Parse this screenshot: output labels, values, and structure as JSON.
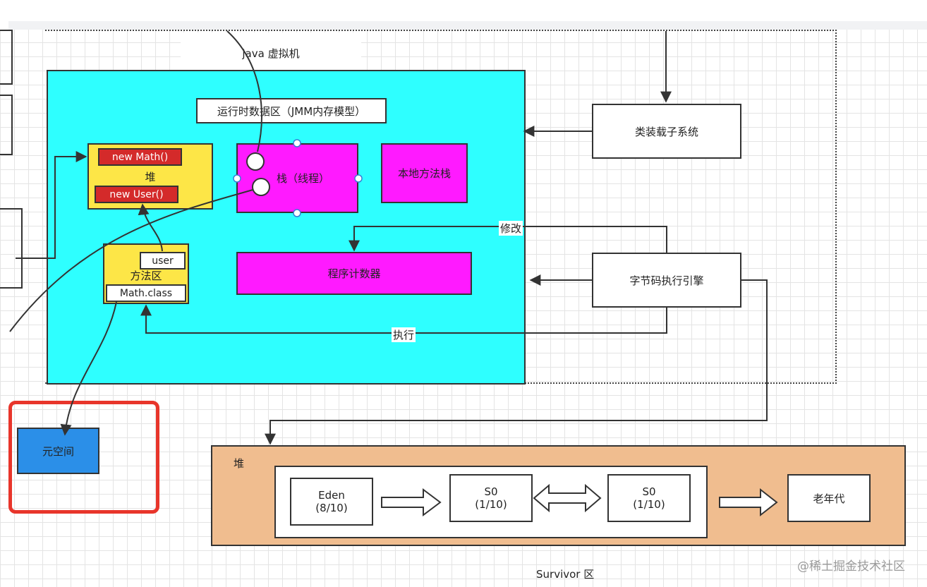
{
  "labels": {
    "jvm": "java 虚拟机",
    "runtime_area": "运行时数据区（JMM内存模型）",
    "heap": "堆",
    "new_math": "new Math()",
    "new_user": "new User()",
    "stack": "栈（线程）",
    "native_stack": "本地方法栈",
    "method_area": "方法区",
    "user": "user",
    "math_class": "Math.class",
    "program_counter": "程序计数器",
    "class_loader": "类装载子系统",
    "bytecode_engine": "字节码执行引擎",
    "modify": "修改",
    "execute": "执行",
    "metaspace": "元空间",
    "heap2": "堆",
    "eden": "Eden",
    "eden_ratio": "(8/10)",
    "s0a": "S0",
    "s0a_ratio": "(1/10)",
    "s0b": "S0",
    "s0b_ratio": "(1/10)",
    "old_gen": "老年代",
    "survivor": "Survivor 区",
    "watermark": "@稀土掘金技术社区"
  },
  "colors": {
    "runtime_bg": "#2effff",
    "heap_bg": "#fde647",
    "stack_bg": "#ff1aff",
    "cell_red": "#d42a2a",
    "metaspace_bg": "#2b8fe8",
    "highlight_red": "#e8352b",
    "heap2_bg": "#f0bd8f"
  }
}
